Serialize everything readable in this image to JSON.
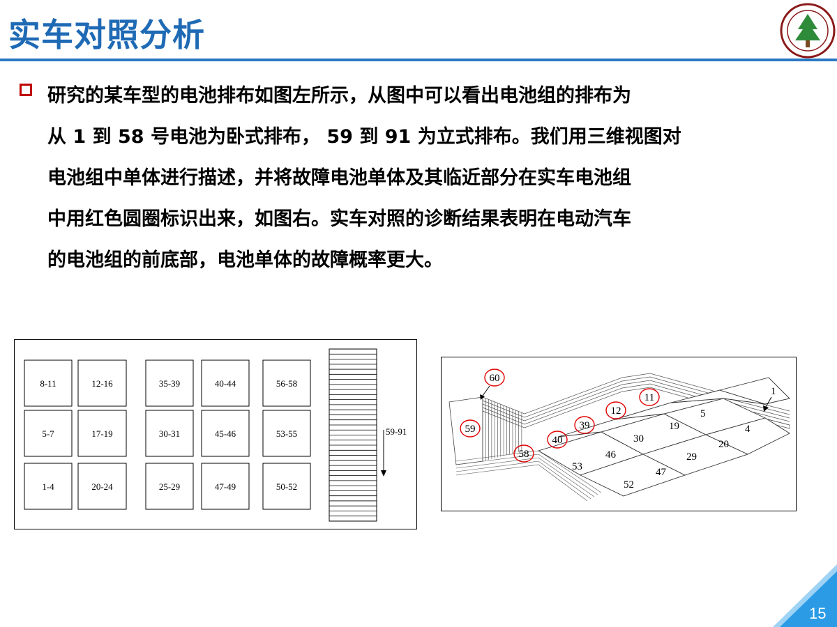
{
  "slide": {
    "title": "实车对照分析",
    "page_number": "15"
  },
  "body": {
    "lines": [
      "研究的某车型的电池排布如图左所示，从图中可以看出电池组的排布为",
      "从 1 到 58 号电池为卧式排布， 59 到 91 为立式排布。我们用三维视图对",
      "电池组中单体进行描述，并将故障电池单体及其临近部分在实车电池组",
      "中用红色圆圈标识出来，如图右。实车对照的诊断结果表明在电动汽车",
      "的电池组的前底部，电池单体的故障概率更大。"
    ]
  },
  "left_diagram": {
    "boxes": [
      "8-11",
      "12-16",
      "35-39",
      "40-44",
      "56-58",
      "5-7",
      "17-19",
      "30-31",
      "45-46",
      "53-55",
      "1-4",
      "20-24",
      "25-29",
      "47-49",
      "50-52"
    ],
    "vertical_label": "59-91"
  },
  "right_diagram": {
    "cell_labels": [
      "5",
      "19",
      "4",
      "30",
      "20",
      "46",
      "29",
      "53",
      "47",
      "52"
    ],
    "circled_labels": [
      "60",
      "59",
      "11",
      "12",
      "39",
      "40",
      "58"
    ],
    "pointer_label": "1"
  },
  "colors": {
    "title": "#1f6ab5",
    "rule": "#2a78c2",
    "bullet": "#c00000",
    "fault_circle": "#e00000",
    "corner": "#1e90e0"
  }
}
